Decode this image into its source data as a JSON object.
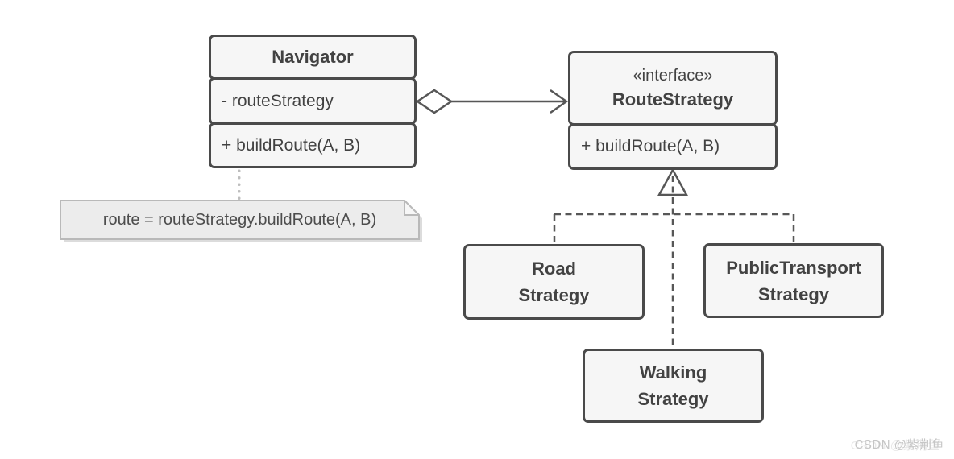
{
  "diagram": {
    "navigator": {
      "title": "Navigator",
      "attribute": "- routeStrategy",
      "operation": "+ buildRoute(A, B)"
    },
    "route_strategy": {
      "stereotype": "«interface»",
      "title": "RouteStrategy",
      "operation": "+ buildRoute(A, B)"
    },
    "road_strategy": {
      "line1": "Road",
      "line2": "Strategy"
    },
    "public_transport_strategy": {
      "line1": "PublicTransport",
      "line2": "Strategy"
    },
    "walking_strategy": {
      "line1": "Walking",
      "line2": "Strategy"
    },
    "note": {
      "text": "route = routeStrategy.buildRoute(A, B)"
    },
    "relationships": [
      {
        "type": "aggregation",
        "from": "Navigator",
        "to": "RouteStrategy"
      },
      {
        "type": "realization",
        "from": "Road Strategy",
        "to": "RouteStrategy"
      },
      {
        "type": "realization",
        "from": "PublicTransport Strategy",
        "to": "RouteStrategy"
      },
      {
        "type": "realization",
        "from": "Walking Strategy",
        "to": "RouteStrategy"
      },
      {
        "type": "note-attachment",
        "from": "note",
        "to": "Navigator"
      }
    ]
  },
  "watermark": {
    "text": "CSDN @紫荆鱼"
  },
  "colors": {
    "box_border": "#4a4a4a",
    "box_fill": "#f6f6f6",
    "box_text": "#424242",
    "connector": "#575757",
    "note_fill": "#ececec",
    "note_border": "#b9b9b9",
    "note_shadow": "#dcdcdc",
    "note_text": "#4d4d4d",
    "note_connector": "#bdbdbd",
    "watermark_text": "#c6c6c6"
  }
}
